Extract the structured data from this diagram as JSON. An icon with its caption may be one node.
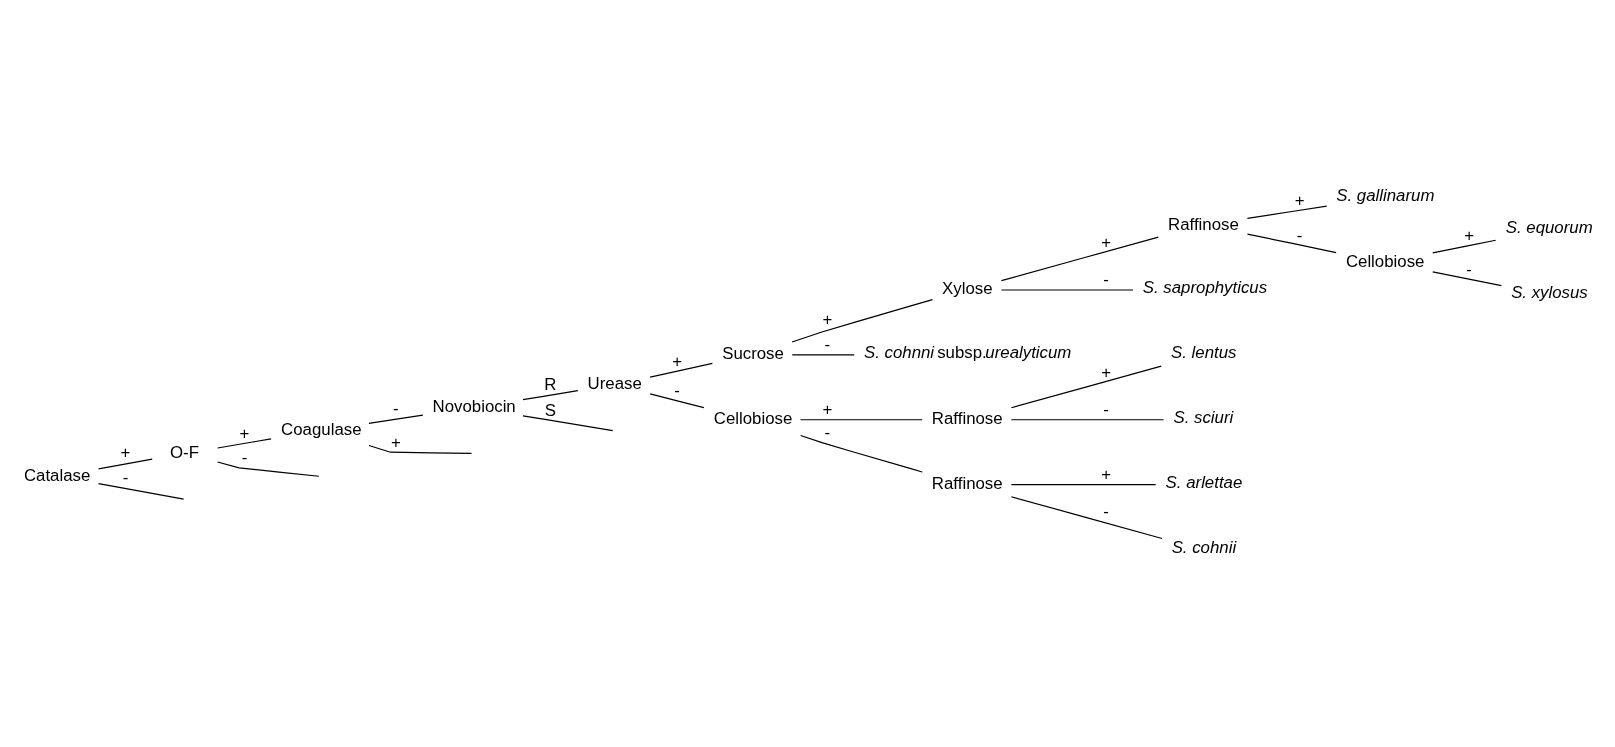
{
  "diagram": {
    "nodes": [
      {
        "text": [
          "Catalase"
        ]
      },
      {
        "text": [
          "O-F"
        ]
      },
      {
        "text": [
          "Coagulase"
        ]
      },
      {
        "text": [
          "Novobiocin"
        ]
      },
      {
        "text": [
          "Urease"
        ]
      },
      {
        "text": [
          "Sucrose"
        ]
      },
      {
        "text": [
          "Cellobiose"
        ]
      },
      {
        "text": [
          "Xylose"
        ]
      },
      {
        "text": [
          "*S. cohnni* subsp.*urealyticum*"
        ]
      },
      {
        "text": [
          "Raffinose"
        ]
      },
      {
        "text": [
          "*S. saprophyticus*"
        ]
      },
      {
        "text": [
          "*S. gallinarum*"
        ]
      },
      {
        "text": [
          "Cellobiose"
        ]
      },
      {
        "text": [
          "*S. equorum*"
        ]
      },
      {
        "text": [
          "*S. xylosus*"
        ]
      },
      {
        "text": [
          "Raffinose"
        ]
      },
      {
        "text": [
          "Raffinose"
        ]
      },
      {
        "text": [
          "*S. lentus*"
        ]
      },
      {
        "text": [
          "*S. sciuri*"
        ]
      },
      {
        "text": [
          "*S. arlettae*"
        ]
      },
      {
        "text": [
          "*S. cohnii*"
        ]
      }
    ],
    "edges": [
      {
        "from": 0,
        "to": 1,
        "arrow": "none",
        "label": "+"
      },
      {
        "from": 0,
        "to": null,
        "arrow": "none",
        "label": "-"
      },
      {
        "from": 1,
        "to": 2,
        "arrow": "none",
        "label": "+"
      },
      {
        "from": 1,
        "to": null,
        "arrow": "none",
        "label": "-"
      },
      {
        "from": 2,
        "to": null,
        "arrow": "none",
        "label": "+"
      },
      {
        "from": 2,
        "to": 3,
        "arrow": "none",
        "label": "-"
      },
      {
        "from": 3,
        "to": 4,
        "arrow": "none",
        "label": "R"
      },
      {
        "from": 3,
        "to": null,
        "arrow": "none",
        "label": "S"
      },
      {
        "from": 4,
        "to": 5,
        "arrow": "none",
        "label": "+"
      },
      {
        "from": 4,
        "to": 6,
        "arrow": "none",
        "label": "-"
      },
      {
        "from": 5,
        "to": 7,
        "arrow": "none",
        "label": "+"
      },
      {
        "from": 5,
        "to": 8,
        "arrow": "none",
        "label": "-"
      },
      {
        "from": 7,
        "to": 9,
        "arrow": "none",
        "label": "+"
      },
      {
        "from": 7,
        "to": 10,
        "arrow": "none",
        "label": "-"
      },
      {
        "from": 9,
        "to": 11,
        "arrow": "none",
        "label": "+"
      },
      {
        "from": 9,
        "to": 12,
        "arrow": "none",
        "label": "-"
      },
      {
        "from": 12,
        "to": 13,
        "arrow": "none",
        "label": "+"
      },
      {
        "from": 12,
        "to": 14,
        "arrow": "none",
        "label": "-"
      },
      {
        "from": 6,
        "to": 15,
        "arrow": "none",
        "label": "+"
      },
      {
        "from": 6,
        "to": 16,
        "arrow": "none",
        "label": "-"
      },
      {
        "from": 15,
        "to": 17,
        "arrow": "none",
        "label": "+"
      },
      {
        "from": 15,
        "to": 18,
        "arrow": "none",
        "label": "-"
      },
      {
        "from": 16,
        "to": 19,
        "arrow": "none",
        "label": "+"
      },
      {
        "from": 16,
        "to": 20,
        "arrow": "none",
        "label": "-"
      }
    ]
  }
}
